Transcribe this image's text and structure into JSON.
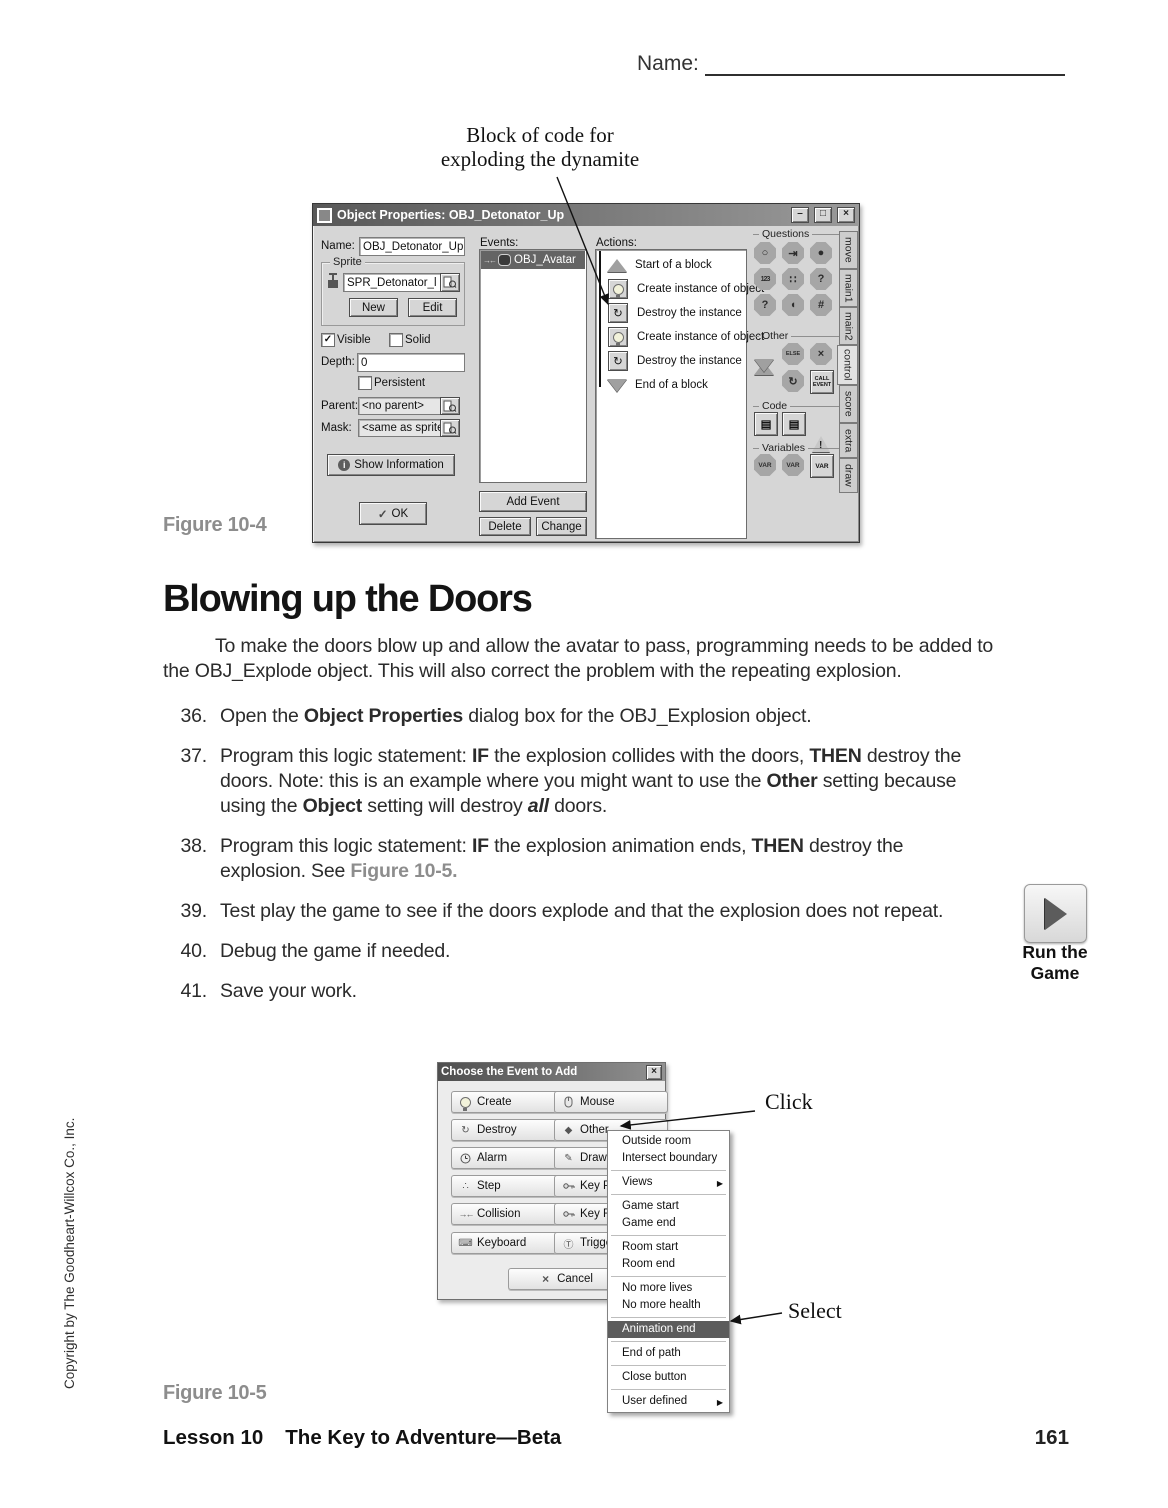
{
  "page": {
    "name_label": "Name:",
    "heading": "Blowing up the Doors",
    "figure4": "Figure 10-4",
    "figure5": "Figure 10-5",
    "footer_lesson": "Lesson 10",
    "footer_title": "The Key to Adventure—Beta",
    "footer_page": "161",
    "copyright": "Copyright by The Goodheart-Willcox Co., Inc."
  },
  "note": {
    "line1": "Block of code for",
    "line2": "exploding the dynamite",
    "click": "Click",
    "select": "Select"
  },
  "intro": {
    "p0": "To make the doors blow up and allow the avatar to pass, programming needs to be added to the ",
    "p1": "OBJ_Explode",
    "p2": " object. This will also correct the problem with the repeating explosion."
  },
  "steps": {
    "s36": {
      "num": "36.",
      "p0": "Open the ",
      "p1": "Object Properties",
      "p2": " dialog box for the ",
      "p3": "OBJ_Explosion",
      "p4": " object."
    },
    "s37": {
      "num": "37.",
      "p0": "Program this logic statement: ",
      "p1": "IF",
      "p2": " the explosion collides with the doors, ",
      "p3": "THEN",
      "p4": " destroy the doors. Note: this is an example where you might want to use the ",
      "p5": "Other",
      "p6": " setting because using the ",
      "p7": "Object",
      "p8": " setting will destroy ",
      "p9": "all",
      "p10": " doors."
    },
    "s38": {
      "num": "38.",
      "p0": "Program this logic statement: ",
      "p1": "IF",
      "p2": " the explosion animation ends, ",
      "p3": "THEN",
      "p4": " destroy the explosion. See ",
      "p5": "Figure 10-5."
    },
    "s39": {
      "num": "39.",
      "p0": "Test play the game to see if the doors explode and that the explosion does not repeat."
    },
    "s40": {
      "num": "40.",
      "p0": "Debug the game if needed."
    },
    "s41": {
      "num": "41.",
      "p0": "Save your work."
    }
  },
  "run_game": {
    "line1": "Run the",
    "line2": "Game"
  },
  "op": {
    "title": "Object Properties: OBJ_Detonator_Up",
    "name_label": "Name:",
    "name_value": "OBJ_Detonator_Up",
    "sprite_group": "Sprite",
    "sprite_value": "SPR_Detonator_l",
    "new_btn": "New",
    "edit_btn": "Edit",
    "visible": "Visible",
    "solid": "Solid",
    "depth_label": "Depth:",
    "depth_value": "0",
    "persistent": "Persistent",
    "parent_label": "Parent:",
    "parent_value": "<no parent>",
    "mask_label": "Mask:",
    "mask_value": "<same as sprite>",
    "show_info": "Show Information",
    "ok": "OK",
    "events_label": "Events:",
    "event0": "OBJ_Avatar",
    "add_event": "Add Event",
    "delete": "Delete",
    "change": "Change",
    "actions_label": "Actions:",
    "actions": [
      "Start of a block",
      "Create instance of object",
      "Destroy the instance",
      "Create instance of object",
      "Destroy the instance",
      "End of a block"
    ],
    "tb": {
      "questions": "Questions",
      "other": "Other",
      "code": "Code",
      "variables": "Variables",
      "else_lbl": "ELSE",
      "call_event": "CALL EVENT",
      "var_lbl": "VAR",
      "q": [
        "○",
        "⇥",
        "●",
        "123",
        "∷",
        "?",
        "?",
        "◖",
        "#"
      ],
      "tabs": [
        "move",
        "main1",
        "main2",
        "control",
        "score",
        "extra",
        "draw"
      ]
    }
  },
  "ev": {
    "title": "Choose the Event to Add",
    "left": [
      "Create",
      "Destroy",
      "Alarm",
      "Step",
      "Collision",
      "Keyboard"
    ],
    "right": [
      "Mouse",
      "Other",
      "Draw",
      "Key Press",
      "Key Release",
      "Trigger"
    ],
    "cancel": "Cancel"
  },
  "menu": {
    "items": [
      "Outside room",
      "Intersect boundary",
      "Views",
      "Game start",
      "Game end",
      "Room start",
      "Room end",
      "No more lives",
      "No more health",
      "Animation end",
      "End of path",
      "Close button",
      "User defined"
    ]
  },
  "icons": {
    "minimize": "–",
    "maximize": "□",
    "close": "×",
    "check": "✓",
    "info": "i",
    "warn": "!",
    "doc": "▤",
    "rotate": "↻",
    "step_dots": "∴",
    "collision": "→←",
    "keyboard": "⌨",
    "diamond": "◆",
    "pencil": "✎",
    "trigger": "Ⓣ",
    "cancel_x": "×",
    "submenu": "▶"
  }
}
